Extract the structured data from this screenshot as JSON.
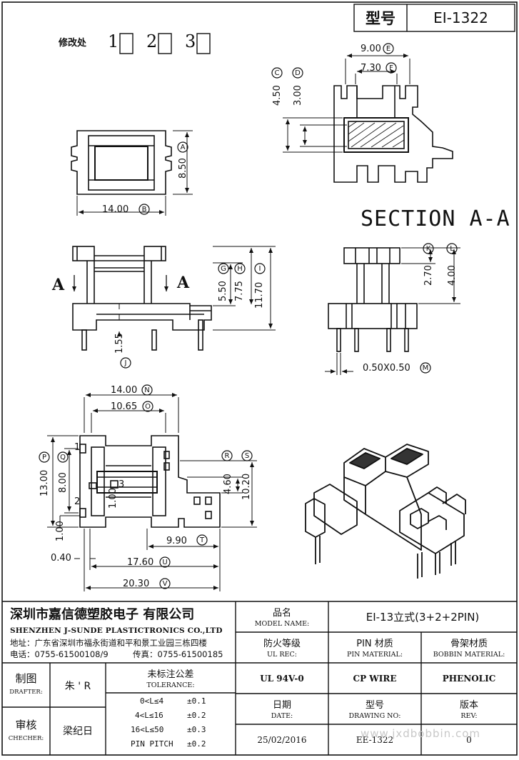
{
  "header": {
    "type_label": "型号",
    "type_value": "EI-1322",
    "revision_label": "修改处",
    "revision_marks": [
      "1",
      "2",
      "3"
    ]
  },
  "section_title": "SECTION A-A",
  "dimensions": {
    "a": "8.50",
    "b": "14.00",
    "c": "4.50",
    "d": "3.00",
    "e": "9.00",
    "f": "7.30",
    "g": "5.50",
    "h": "7.75",
    "i": "11.70",
    "j": "1.55",
    "k": "2.70",
    "l": "4.00",
    "m": "0.50X0.50",
    "n": "14.00",
    "o": "10.65",
    "p": "13.00",
    "q": "8.00",
    "r": "4.60",
    "s": "10.20",
    "t": "9.90",
    "u": "17.60",
    "v": "20.30",
    "w1": "1.00",
    "w2": "1.00",
    "w3": "0.40"
  },
  "dimension_letters": [
    "A",
    "B",
    "C",
    "D",
    "E",
    "F",
    "G",
    "H",
    "I",
    "J",
    "K",
    "L",
    "M",
    "N",
    "O",
    "P",
    "Q",
    "R",
    "S",
    "T",
    "U",
    "V"
  ],
  "view_labels": {
    "left_arrow": "A",
    "right_arrow": "A",
    "pin1": "1",
    "pin2": "2",
    "pin3": "3"
  },
  "title_block": {
    "company_cn": "深圳市嘉信德塑胶电子 有限公司",
    "company_en": "SHENZHEN J-SUNDE PLASTICTRONICS CO.,LTD",
    "address": "地址：广东省深圳市福永街道和平和景工业园三栋四楼",
    "phone": "电话：0755-61500108/9",
    "fax": "传真：0755-61500185",
    "model_name_cn": "品名",
    "model_name_en": "MODEL NAME:",
    "model_name_value": "EI-13立式(3+2+2PIN)",
    "ul_rec_cn": "防火等级",
    "ul_rec_en": "UL REC:",
    "ul_rec_value": "UL 94V-0",
    "pin_material_cn": "PIN 材质",
    "pin_material_en": "PIN MATERIAL:",
    "pin_material_value": "CP WIRE",
    "bobbin_material_cn": "骨架材质",
    "bobbin_material_en": "BOBBIN MATERIAL:",
    "bobbin_material_value": "PHENOLIC",
    "drafter_cn": "制图",
    "drafter_en": "DRAFTER:",
    "drafter_value": "朱 ' R",
    "checker_cn": "审核",
    "checker_en": "CHECHER:",
    "checker_value": "梁纪日",
    "tolerance_cn": "未标注公差",
    "tolerance_en": "TOLERANCE:",
    "tolerance_rows": [
      {
        "range": "0<L≤4",
        "value": "±0.1"
      },
      {
        "range": "4<L≤16",
        "value": "±0.2"
      },
      {
        "range": "16<L≤50",
        "value": "±0.3"
      },
      {
        "range": "PIN PITCH",
        "value": "±0.2"
      }
    ],
    "date_cn": "日期",
    "date_en": "DATE:",
    "date_value": "25/02/2016",
    "drawing_no_cn": "型号",
    "drawing_no_en": "DRAWING NO:",
    "drawing_no_value": "EE-1322",
    "rev_cn": "版本",
    "rev_en": "REV:",
    "rev_value": "0",
    "watermark": "www.jxdbobbin.com"
  }
}
